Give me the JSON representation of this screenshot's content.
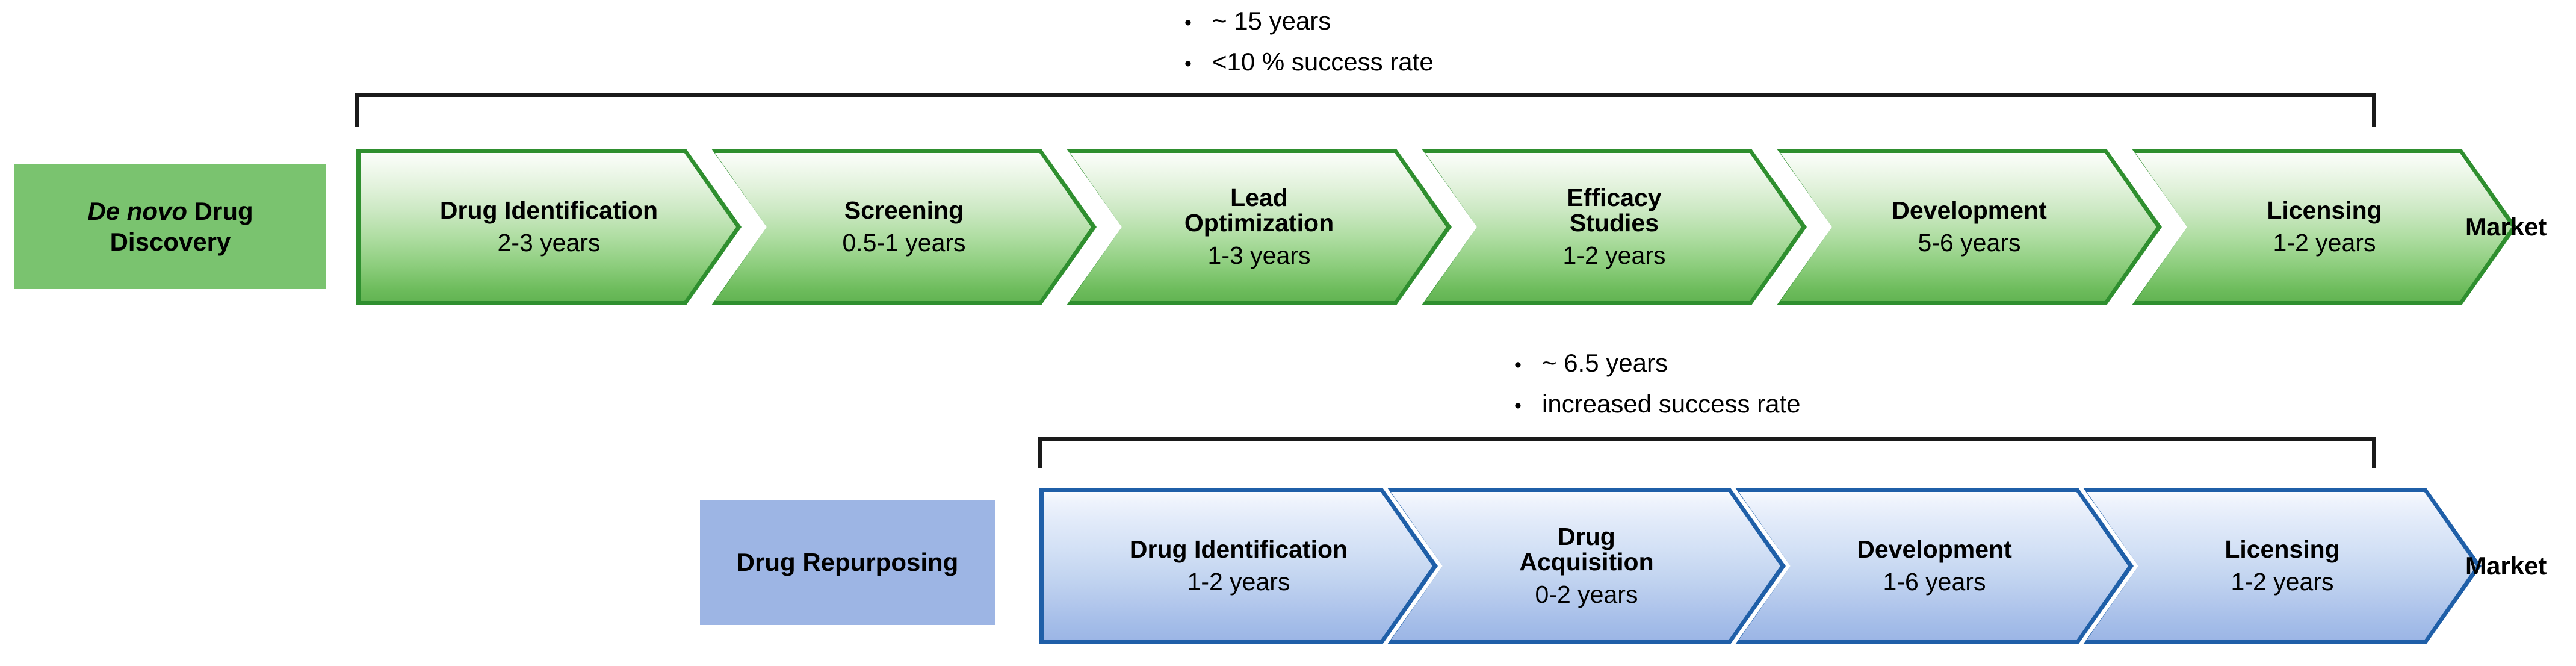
{
  "figure": {
    "type": "process-flow-comparison",
    "rows": [
      {
        "id": "de-novo-drug-discovery",
        "label_line1_italic": "De novo",
        "label_line1_rest": " Drug",
        "label_line2": "Discovery",
        "color": "#7ac36f",
        "border_color": "#2f8f2f",
        "annotations": [
          "~ 15  years",
          "<10 % success rate"
        ],
        "end_label": "Market",
        "stages": [
          {
            "name": "Drug Identification",
            "duration": "2-3 years",
            "lines": [
              "Drug Identification"
            ]
          },
          {
            "name": "Screening",
            "duration": "0.5-1 years",
            "lines": [
              "Screening"
            ]
          },
          {
            "name": "Lead Optimization",
            "duration": "1-3 years",
            "lines": [
              "Lead",
              "Optimization"
            ]
          },
          {
            "name": "Efficacy Studies",
            "duration": "1-2 years",
            "lines": [
              "Efficacy",
              "Studies"
            ]
          },
          {
            "name": "Development",
            "duration": "5-6 years",
            "lines": [
              "Development"
            ]
          },
          {
            "name": "Licensing",
            "duration": "1-2 years",
            "lines": [
              "Licensing"
            ]
          }
        ]
      },
      {
        "id": "drug-repurposing",
        "label_line1_italic": "",
        "label_line1_rest": "Drug Repurposing",
        "label_line2": "",
        "color": "#9db5e4",
        "border_color": "#1f5fa8",
        "annotations": [
          "~ 6.5 years",
          "increased success rate"
        ],
        "end_label": "Market",
        "stages": [
          {
            "name": "Drug Identification",
            "duration": "1-2 years",
            "lines": [
              "Drug Identification"
            ]
          },
          {
            "name": "Drug Acquisition",
            "duration": "0-2 years",
            "lines": [
              "Drug",
              "Acquisition"
            ]
          },
          {
            "name": "Development",
            "duration": "1-6 years",
            "lines": [
              "Development"
            ]
          },
          {
            "name": "Licensing",
            "duration": "1-2 years",
            "lines": [
              "Licensing"
            ]
          }
        ]
      }
    ],
    "bullet_glyph": "•"
  }
}
